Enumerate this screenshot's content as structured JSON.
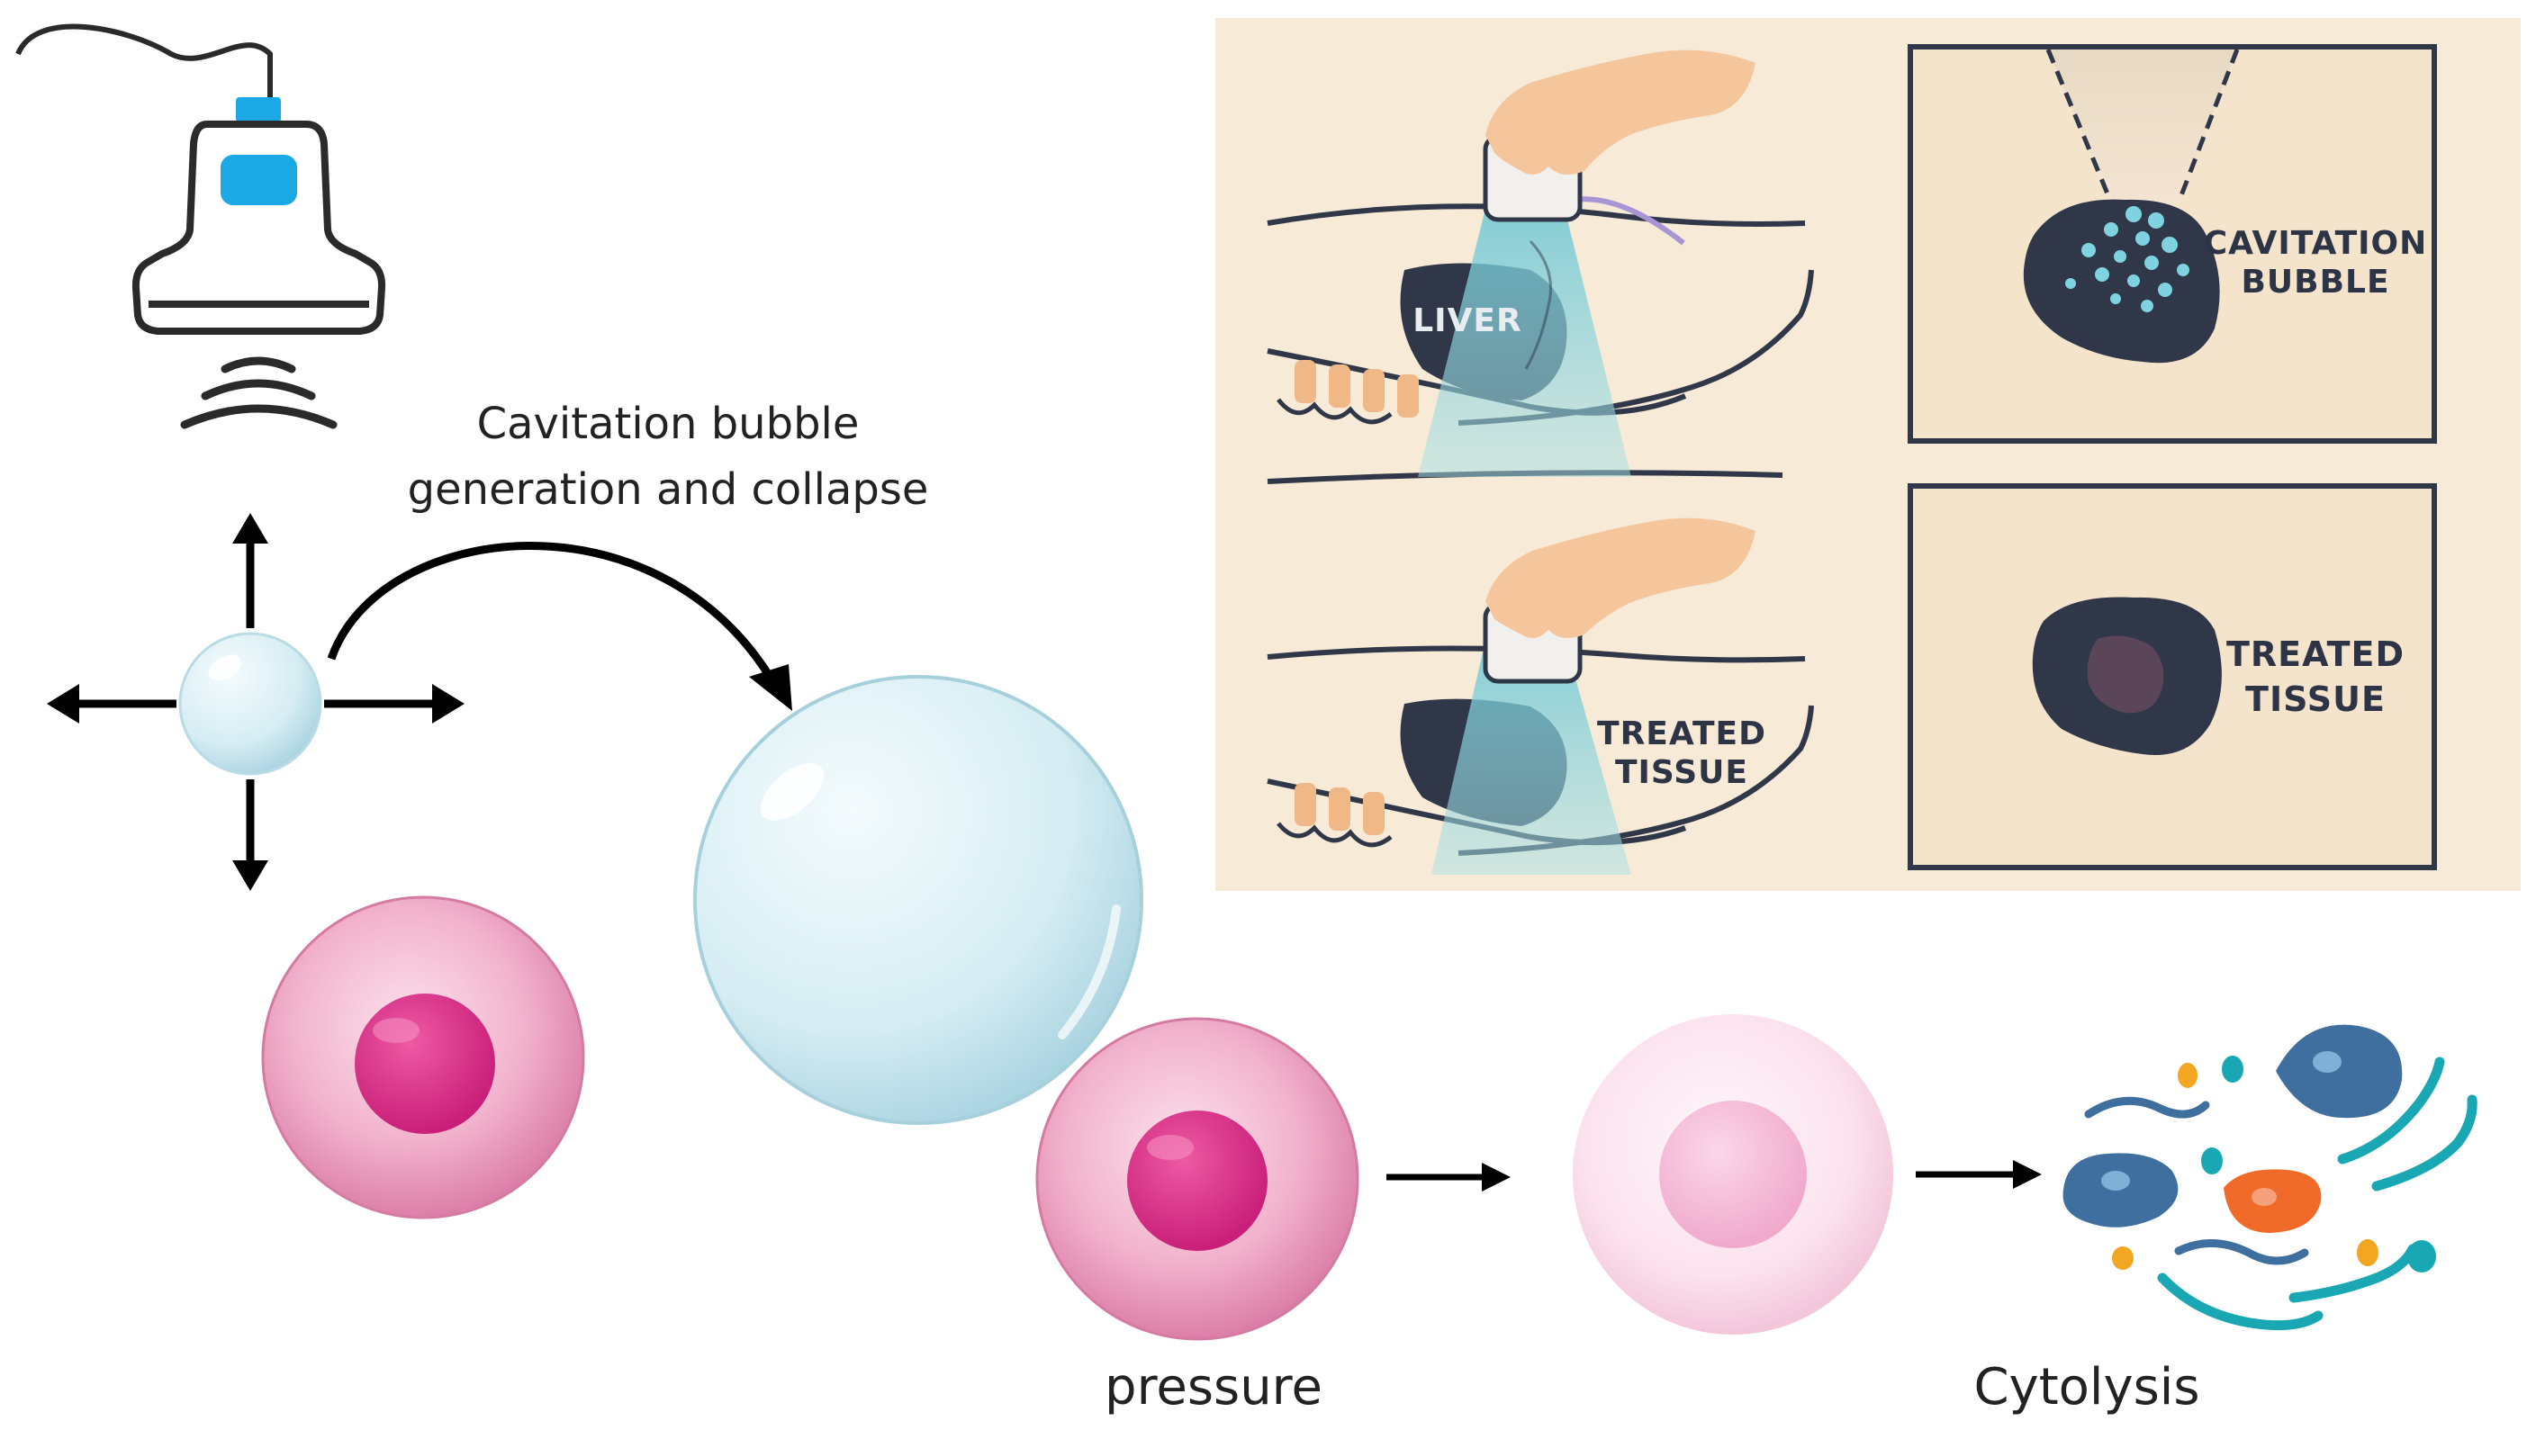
{
  "diagram": {
    "cavitation_caption_line1": "Cavitation bubble",
    "cavitation_caption_line2": "generation and collapse",
    "pressure_label": "pressure",
    "cytolysis_label": "Cytolysis"
  },
  "inset": {
    "liver_label": "LIVER",
    "treated_label_line1": "TREATED",
    "treated_label_line2": "TISSUE",
    "cavitation_panel_line1": "CAVITATION",
    "cavitation_panel_line2": "BUBBLE",
    "treated_panel_line1": "TREATED",
    "treated_panel_line2": "TISSUE"
  },
  "colors": {
    "probe_accent": "#1ba9e6",
    "cell_outer": "#e48fb4",
    "cell_nucleus": "#d9338a",
    "bubble": "#cfe9f1",
    "inset_background": "#f7ead7",
    "tissue_dark": "#2f3748",
    "ultrasound_beam": "#8fd3dc",
    "debris_teal": "#19a7b3",
    "debris_blue": "#3f6f9e",
    "debris_orange": "#f06a2a",
    "debris_yellow": "#f2a622"
  },
  "icons": [
    "ultrasound-probe-icon",
    "arrow-up-icon",
    "arrow-down-icon",
    "arrow-left-icon",
    "arrow-right-icon",
    "curved-arrow-icon"
  ]
}
